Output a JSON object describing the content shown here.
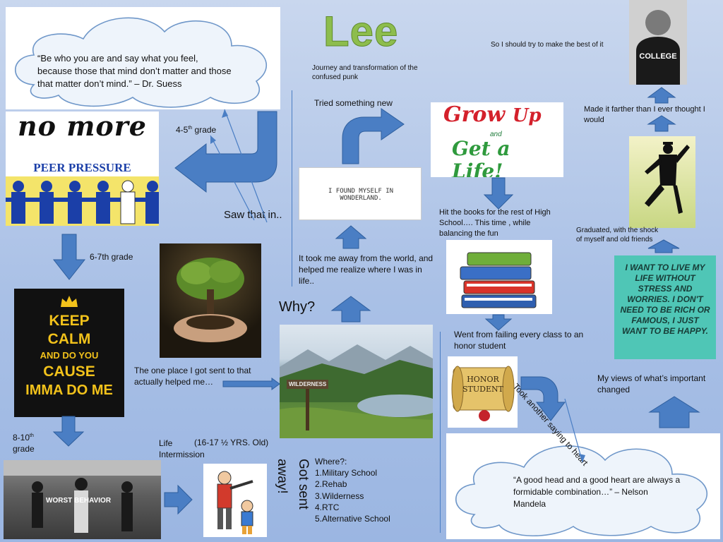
{
  "title": "Lee",
  "subtitle": "Journey and transformation of the confused punk",
  "quote_top": "“Be who you are and say what you feel, because those that mind don’t matter and those that matter don’t mind.” – Dr. Suess",
  "quote_bottom": "“A good head and a good heart are always a formidable combination…” – Nelson Mandela",
  "images": {
    "no_more": "no more",
    "peer_pressure": "PEER PRESSURE",
    "keep_calm": [
      "KEEP",
      "CALM",
      "AND DO YOU",
      "CAUSE",
      "IMMA DO ME"
    ],
    "wonderland": "I FOUND MYSELF IN WONDERLAND.",
    "grow_up": [
      "Grow",
      "Up",
      "and",
      "Get a",
      "Life!"
    ],
    "wilderness_sign": "WILDERNESS",
    "honor_student": "HONOR STUDENT",
    "worst_behavior": "WORST BEHAVIOR",
    "college": "COLLEGE",
    "poster": "I WANT TO LIVE MY LIFE WITHOUT STRESS AND WORRIES. I DON'T NEED TO BE RICH OR FAMOUS, I JUST WANT TO BE HAPPY."
  },
  "labels": {
    "grade_4_5_a": "4-5",
    "grade_4_5_sup": "th",
    "grade_4_5_b": " grade",
    "saw_that_in": "Saw that in..",
    "grade_6_7": "6-7th grade",
    "grade_8_10_a": "8-10",
    "grade_8_10_sup": "th",
    "grade_8_10_b": "grade",
    "life_intermission": "Life Intermission",
    "age": "(16-17 ½ YRS. Old)",
    "got_sent_away": "Got sent away!",
    "where": "Where?:",
    "where_list": [
      "1.Military School",
      "2.Rehab",
      "3.Wilderness",
      "4.RTC",
      "5.Alternative School"
    ],
    "one_place": "The one place I got sent to that actually helped me…",
    "why": "Why?",
    "took_away": "It took me away from the world, and helped me realize where I was in life..",
    "tried_new": "Tried something new",
    "hit_books": "Hit the books for the rest of High School…. This time , while balancing the fun",
    "failing": "Went from failing every class to an honor student",
    "saying": "Took another saying to heart",
    "views": "My views of what’s important changed",
    "graduated": "Graduated, with the shock of myself and old friends",
    "made_it": "Made it farther than I ever thought I would",
    "best_of_it": "So I should try to make the best of it"
  },
  "colors": {
    "arrow": "#4a7ec4",
    "arrow_stroke": "#2f5f9e",
    "title": "#8dbd4d",
    "background": "#b3c7e8"
  }
}
